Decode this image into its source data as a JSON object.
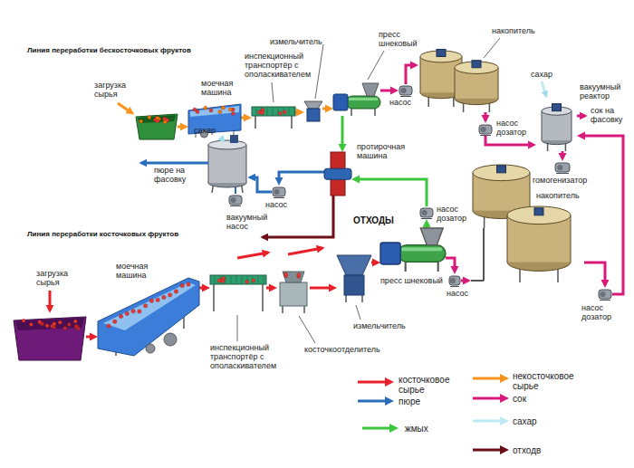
{
  "diagram": {
    "nodes": [
      {
        "text": [
          "загрузка сырья"
        ]
      },
      {
        "text": [
          "моечная машина"
        ]
      },
      {
        "text": [
          "инспекционный транспортёр с ополаскивателем"
        ]
      },
      {
        "text": [
          "измельчитель"
        ]
      },
      {
        "text": [
          "пресс шнековый"
        ]
      },
      {
        "text": [
          "насос"
        ]
      },
      {
        "text": [
          "накопитель"
        ]
      },
      {
        "text": [
          "насос дозатор"
        ]
      },
      {
        "text": [
          "вакуумный реактор"
        ]
      },
      {
        "text": [
          "гомогенизатор"
        ]
      },
      {
        "text": [
          "протирочная машина"
        ]
      },
      {
        "text": [
          "насос"
        ]
      },
      {
        "text": [
          "вакуумный насос"
        ]
      },
      {
        "text": [
          "насос дозатор"
        ]
      },
      {
        "text": [
          "накопитель"
        ]
      },
      {
        "text": [
          "насос дозатор"
        ]
      },
      {
        "text": [
          "загрузка сырья"
        ]
      },
      {
        "text": [
          "моечная машина"
        ]
      },
      {
        "text": [
          "инспекционный транспортёр с ополаскивателем"
        ]
      },
      {
        "text": [
          "косточкоотделитель"
        ]
      },
      {
        "text": [
          "измельчитель"
        ]
      },
      {
        "text": [
          "пресс шнековый"
        ]
      },
      {
        "text": [
          "насос"
        ]
      }
    ],
    "edges": [
      {
        "from": 0,
        "to": 1,
        "arrow": "to"
      },
      {
        "from": 1,
        "to": 2,
        "arrow": "to"
      },
      {
        "from": 2,
        "to": 3,
        "arrow": "to"
      },
      {
        "from": 3,
        "to": 4,
        "arrow": "to"
      },
      {
        "from": 4,
        "to": 5,
        "arrow": "to"
      },
      {
        "from": 5,
        "to": 6,
        "arrow": "to"
      },
      {
        "from": 6,
        "to": 7,
        "arrow": "to"
      },
      {
        "from": 7,
        "to": 8,
        "arrow": "to"
      },
      {
        "from": 8,
        "to": 9,
        "arrow": "to"
      },
      {
        "from": 4,
        "to": 10,
        "arrow": "to"
      },
      {
        "from": 10,
        "to": 11,
        "arrow": "to"
      },
      {
        "from": 16,
        "to": 17,
        "arrow": "to"
      },
      {
        "from": 17,
        "to": 18,
        "arrow": "to"
      },
      {
        "from": 18,
        "to": 19,
        "arrow": "to"
      },
      {
        "from": 19,
        "to": 20,
        "arrow": "to"
      },
      {
        "from": 20,
        "to": 21,
        "arrow": "to"
      },
      {
        "from": 21,
        "to": 22,
        "arrow": "to"
      },
      {
        "from": 22,
        "to": 14,
        "arrow": "to"
      },
      {
        "from": 14,
        "to": 15,
        "arrow": "to"
      },
      {
        "from": 15,
        "to": 8,
        "arrow": "to"
      },
      {
        "from": 21,
        "to": 13,
        "arrow": "to"
      },
      {
        "from": 13,
        "to": 10,
        "arrow": "to"
      }
    ],
    "labels": [
      "Линия переработки бескосточковых фруктов",
      "сахар",
      "сок на фасовку",
      "сахар",
      "пюре на фасовку",
      "ОТХОДЫ",
      "Линия переработки косточковых фруктов"
    ],
    "legend": [
      {
        "text": "косточковое сырье",
        "color": "#e8202a"
      },
      {
        "text": "некосточковое сырье",
        "color": "#f7941d"
      },
      {
        "text": "пюре",
        "color": "#2a6ebb"
      },
      {
        "text": "сок",
        "color": "#d81b7a"
      },
      {
        "text": "жмых",
        "color": "#3cc63c"
      },
      {
        "text": "сахар",
        "color": "#bfe9f5"
      },
      {
        "text": "отходв",
        "color": "#6b0f14"
      }
    ]
  }
}
